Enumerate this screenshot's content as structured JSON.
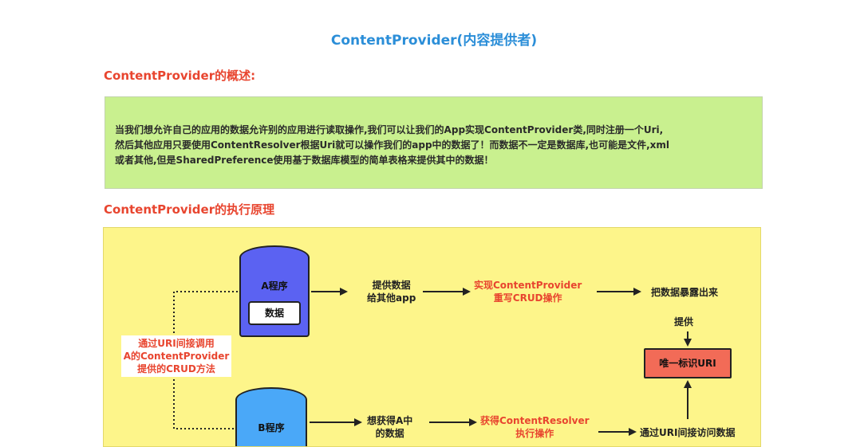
{
  "title": "ContentProvider(内容提供者)",
  "section1": {
    "heading": "ContentProvider的概述:",
    "lines": [
      "当我们想允许自己的应用的数据允许别的应用进行读取操作,我们可以让我们的App实现ContentProvider类,同时注册一个Uri,",
      "然后其他应用只要使用ContentResolver根据Uri就可以操作我们的app中的数据了！而数据不一定是数据库,也可能是文件,xml",
      "或者其他,但是SharedPreference使用基于数据库模型的简单表格来提供其中的数据！"
    ]
  },
  "section2": {
    "heading": "ContentProvider的执行原理"
  },
  "diagram": {
    "app_a": "A程序",
    "data": "数据",
    "app_b": "B程序",
    "provide_data": [
      "提供数据",
      "给其他app"
    ],
    "implement": [
      "实现ContentProvider",
      "重写CRUD操作"
    ],
    "expose": "把数据暴露出来",
    "provide": "提供",
    "unique_uri": "唯一标识URI",
    "uri_call": [
      "通过URI间接调用",
      "A的ContentProvider",
      "提供的CRUD方法"
    ],
    "want_data": [
      "想获得A中",
      "的数据"
    ],
    "get_resolver": [
      "获得ContentResolver",
      "执行操作"
    ],
    "access_via_uri": "通过URI间接访问数据"
  },
  "colors": {
    "title": "#2b8ed8",
    "heading": "#e8452f",
    "desc_bg": "#c9f08f",
    "diagram_bg": "#fdf58a",
    "app_a": "#5b62f2",
    "app_b": "#4aa8f8",
    "uri_box": "#f26b57"
  }
}
